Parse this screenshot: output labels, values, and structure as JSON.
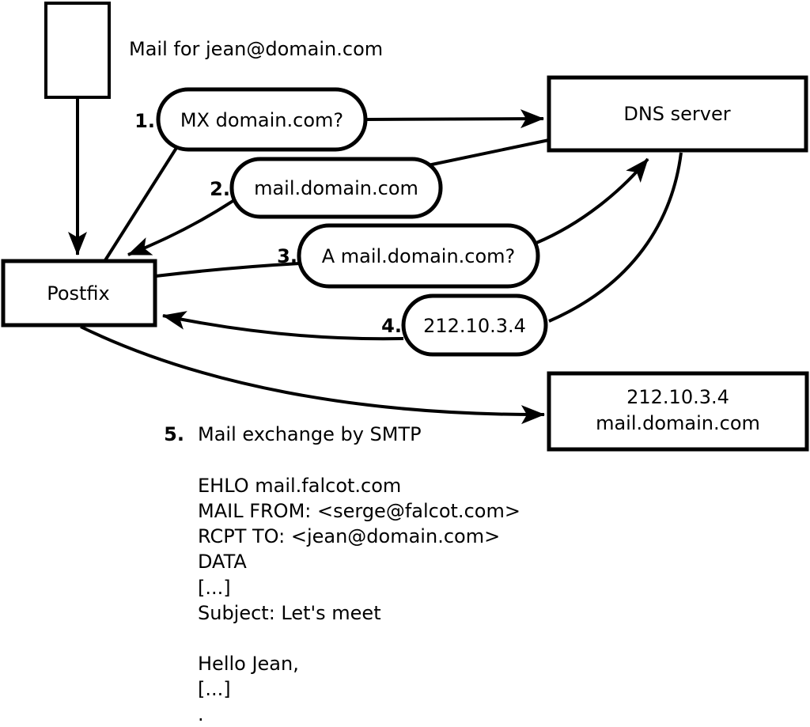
{
  "figure": {
    "title": "Mail for jean@domain.com",
    "ink_color": "#000000",
    "paper_color": "#ffffff"
  },
  "nodes": {
    "postfix": {
      "label": "Postfix"
    },
    "dns_server": {
      "label": "DNS server"
    },
    "mail_server": {
      "line1": "212.10.3.4",
      "line2": "mail.domain.com"
    }
  },
  "steps": [
    {
      "num": "1.",
      "label": "MX domain.com?"
    },
    {
      "num": "2.",
      "label": "mail.domain.com"
    },
    {
      "num": "3.",
      "label": "A mail.domain.com?"
    },
    {
      "num": "4.",
      "label": "212.10.3.4"
    },
    {
      "num": "5.",
      "label": "Mail exchange by SMTP"
    }
  ],
  "smtp_session": {
    "lines": [
      "EHLO mail.falcot.com",
      "MAIL FROM: <serge@falcot.com>",
      "RCPT TO: <jean@domain.com>",
      "DATA",
      "[...]",
      "Subject: Let's meet",
      "",
      "Hello Jean,",
      "[...]",
      "."
    ]
  }
}
